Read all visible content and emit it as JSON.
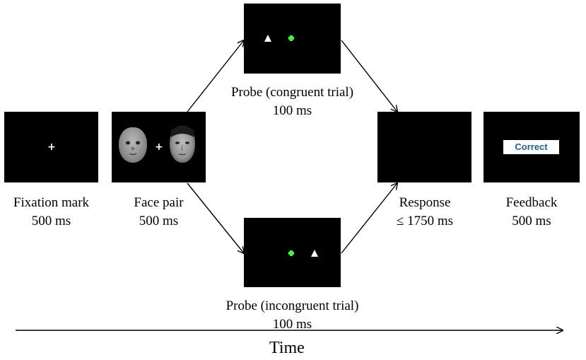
{
  "stages": {
    "fixation": {
      "label": "Fixation mark",
      "duration": "500 ms",
      "symbol": "+"
    },
    "face_pair": {
      "label": "Face pair",
      "duration": "500 ms",
      "symbol": "+"
    },
    "probe_congruent": {
      "label": "Probe (congruent trial)",
      "duration": "100 ms"
    },
    "probe_incongruent": {
      "label": "Probe (incongruent trial)",
      "duration": "100 ms"
    },
    "response": {
      "label": "Response",
      "duration": "≤ 1750 ms"
    },
    "feedback": {
      "label": "Feedback",
      "duration": "500 ms",
      "message": "Correct"
    }
  },
  "time_axis": {
    "label": "Time"
  },
  "colors": {
    "screen_bg": "#000000",
    "probe_dot": "#33ff33",
    "feedback_text": "#1f5f9e"
  }
}
